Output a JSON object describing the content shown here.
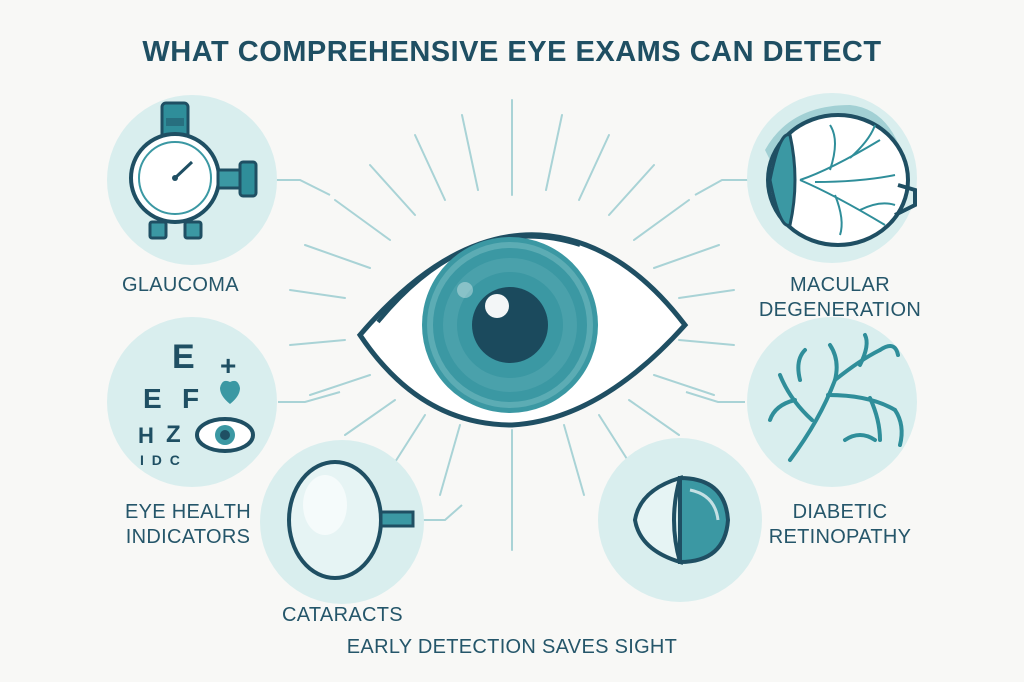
{
  "title": "WHAT COMPREHENSIVE EYE EXAMS CAN DETECT",
  "conditions": {
    "glaucoma": "GLAUCOMA",
    "macular": [
      "MACULAR",
      "DEGENERATION"
    ],
    "eye_health": [
      "EYE HEALTH",
      "INDICATORS"
    ],
    "diabetic": [
      "DIABETIC",
      "RETINOPATHY"
    ],
    "cataracts": "CATARACTS"
  },
  "eye_chart": {
    "letters": [
      "E",
      "+",
      "E",
      "F",
      "H",
      "Z",
      "I D C"
    ]
  },
  "footer": "EARLY DETECTION SAVES SIGHT",
  "colors": {
    "dark": "#1f4f63",
    "teal": "#2f8e9a",
    "light_teal": "#d6ecec",
    "circle_bg": "#d9eeee",
    "ray": "#a9d3d6"
  }
}
